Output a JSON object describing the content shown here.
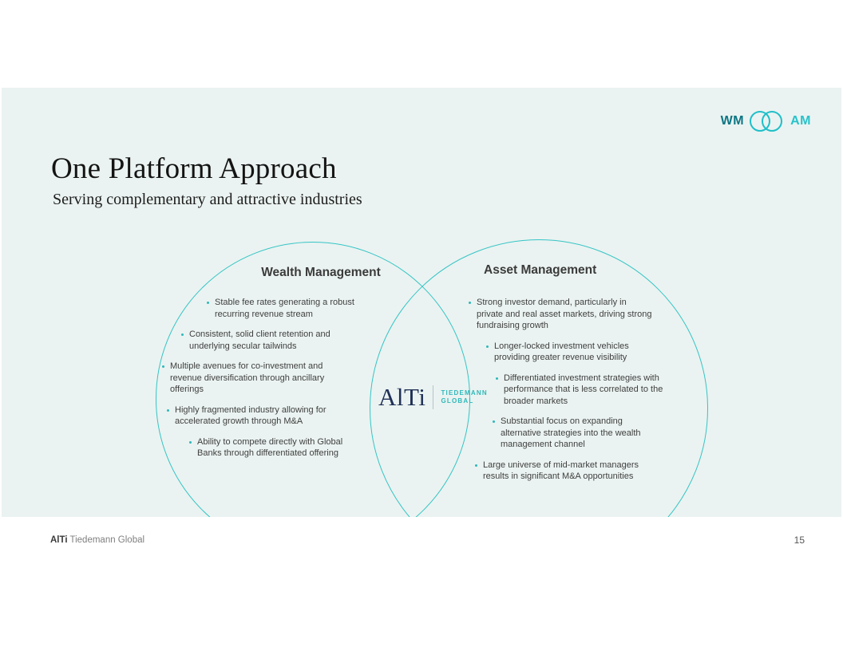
{
  "slide": {
    "title": "One Platform Approach",
    "subtitle": "Serving complementary and attractive industries"
  },
  "header_logo": {
    "left_label": "WM",
    "right_label": "AM"
  },
  "venn": {
    "left": {
      "heading": "Wealth Management",
      "bullets": [
        "Stable fee rates generating a robust recurring revenue stream",
        "Consistent, solid client retention and underlying secular tailwinds",
        "Multiple avenues for co-investment and revenue diversification through ancillary offerings",
        "Highly fragmented industry allowing for accelerated growth through M&A",
        "Ability to compete directly with Global Banks through differentiated offering"
      ]
    },
    "right": {
      "heading": "Asset Management",
      "bullets": [
        "Strong investor demand, particularly in private and real asset markets, driving strong fundraising growth",
        "Longer-locked investment vehicles providing greater revenue visibility",
        "Differentiated investment strategies with performance that is less correlated to the broader markets",
        "Substantial focus on expanding alternative strategies into the wealth management channel",
        "Large universe of mid-market managers results in significant M&A opportunities"
      ]
    },
    "center_logo": {
      "wordmark": "AlTi",
      "sub_line1": "TIEDEMANN",
      "sub_line2": "GLOBAL"
    }
  },
  "footer": {
    "brand_bold": "AlTi",
    "brand_rest": " Tiedemann Global",
    "page_number": "15"
  },
  "colors": {
    "accent_teal": "#2fb7ba",
    "circle_stroke": "#35c4c6",
    "navy": "#1f2f56",
    "slide_bg": "#eaf3f1",
    "text_dark": "#3f3f3f"
  }
}
